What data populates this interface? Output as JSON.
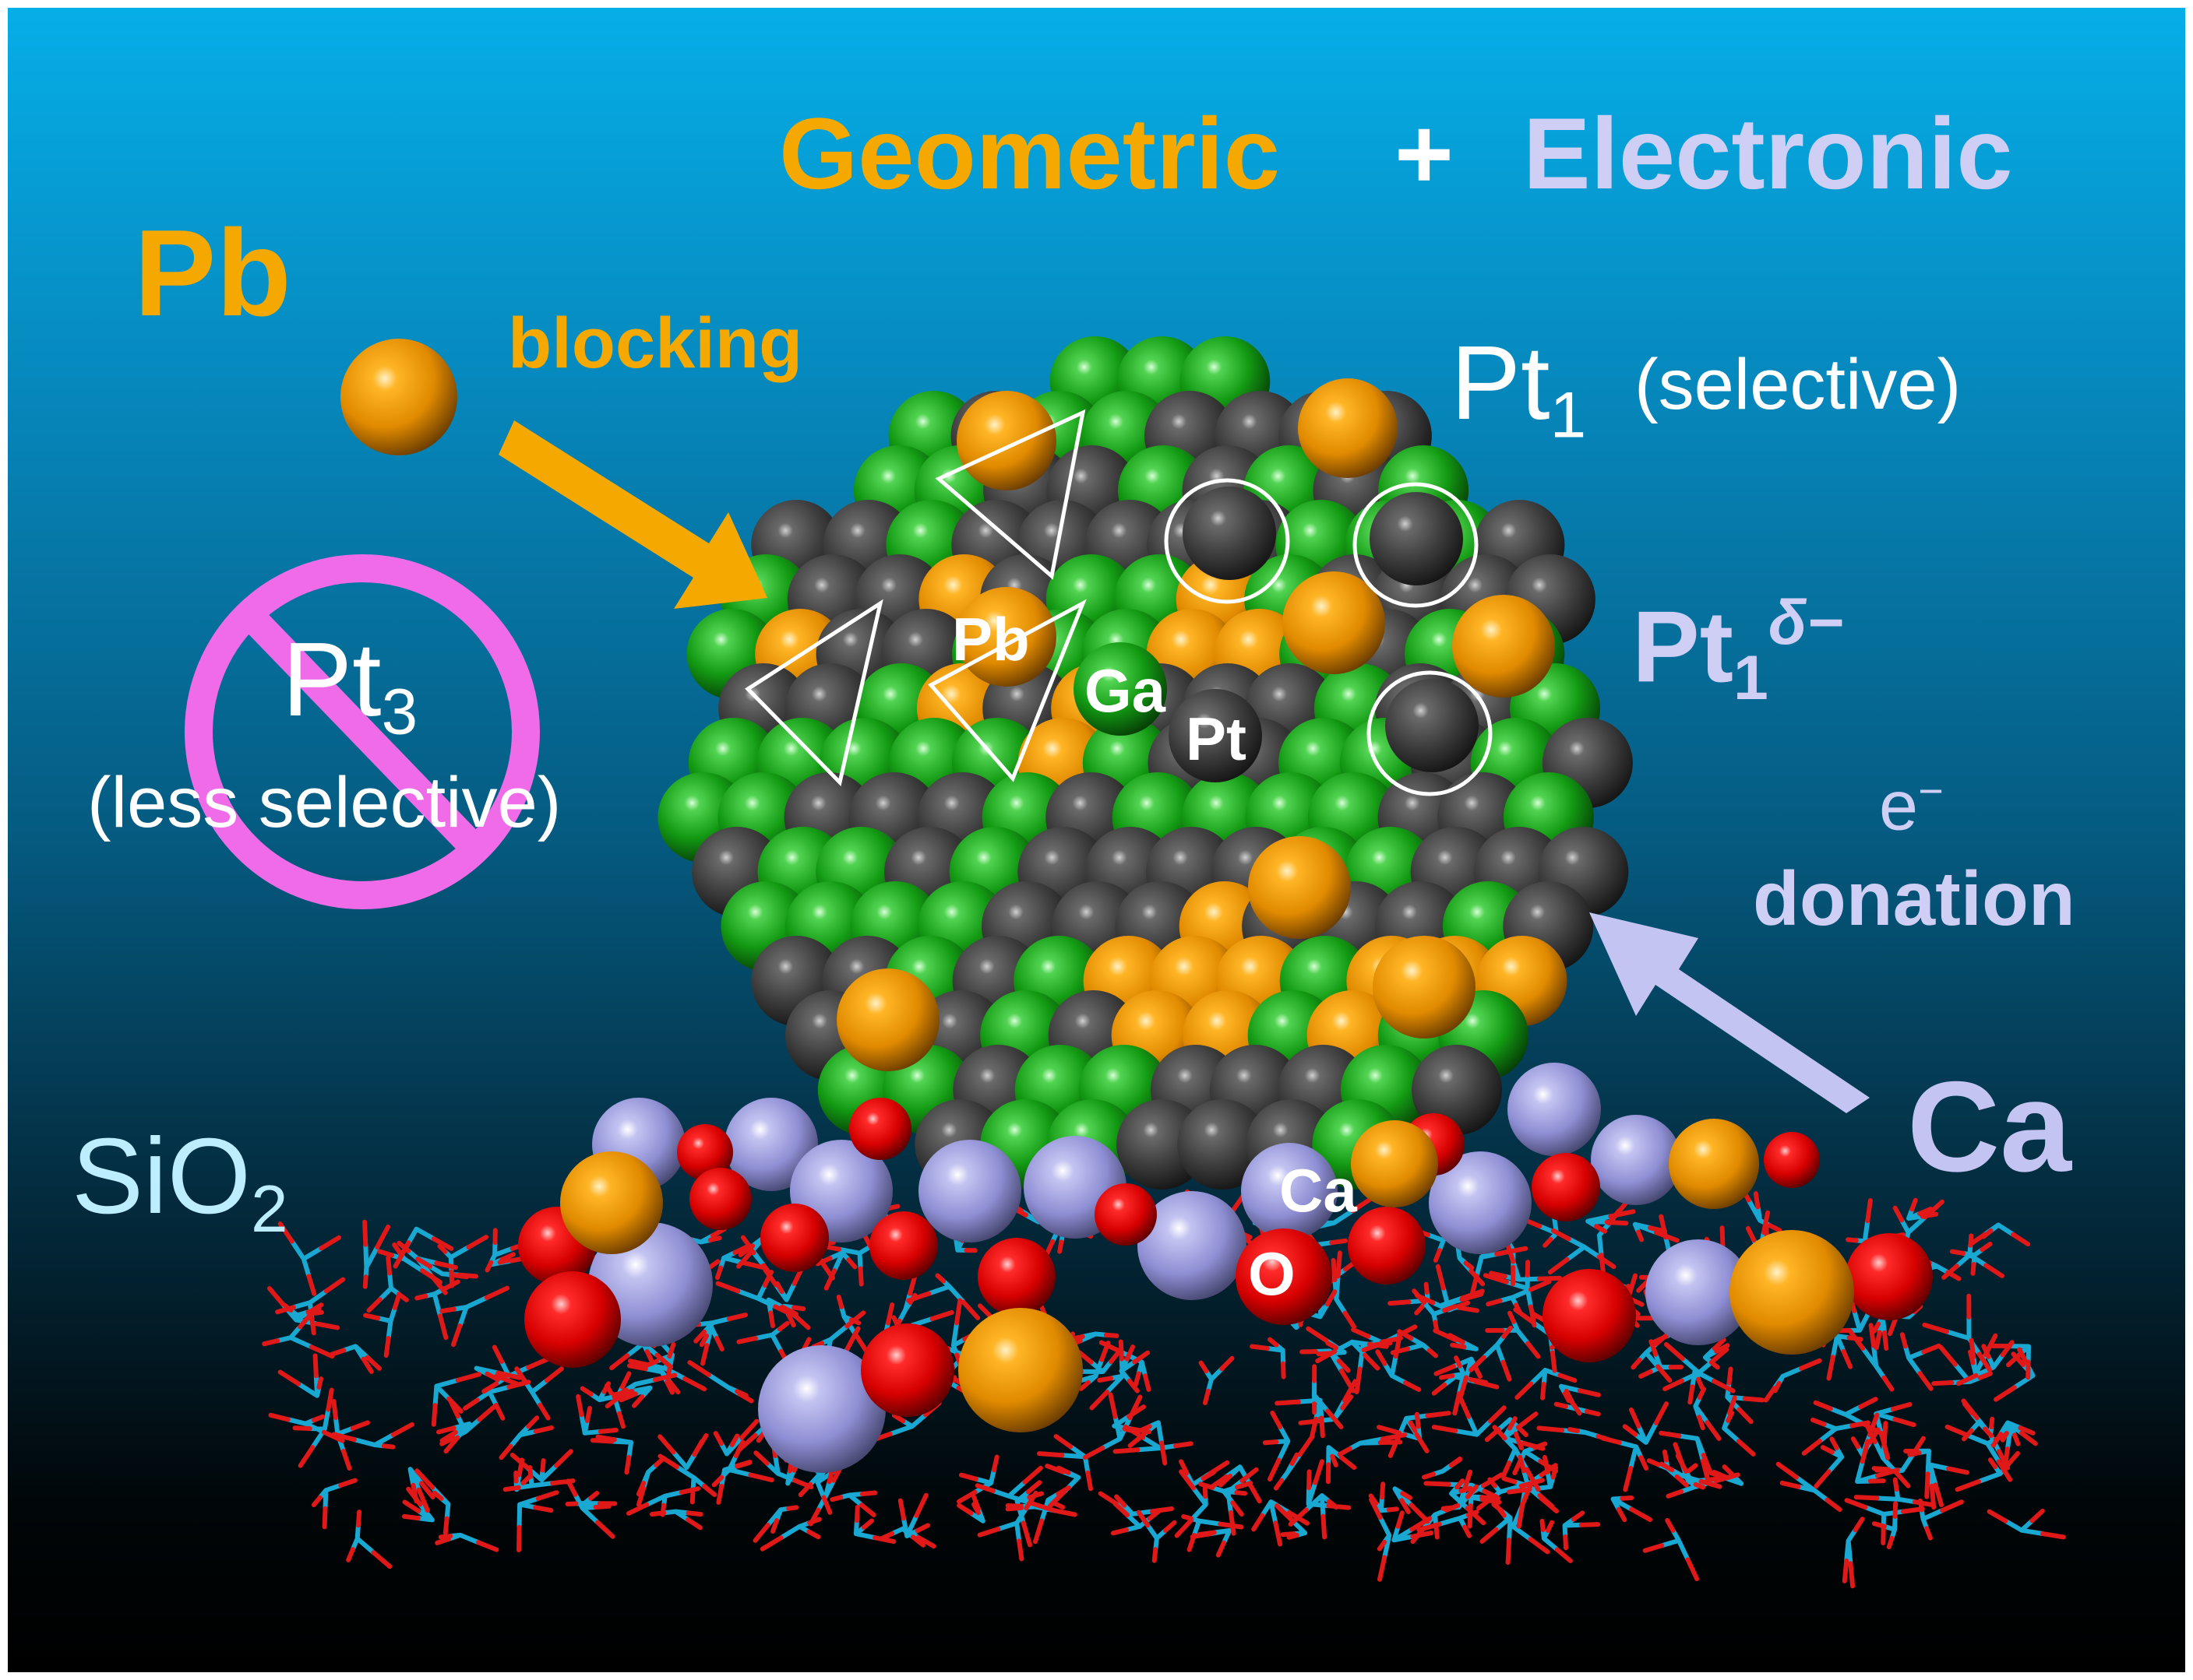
{
  "colors": {
    "geometric": "#f5a800",
    "electronic": "#cfcff5",
    "pb": "#f5a800",
    "ca": "#b7b7ea",
    "no_pt3_sign": "#f06be8",
    "sio2": "#bdeeff",
    "ga_atom": "#18a018",
    "pt_atom": "#444444",
    "o_atom": "#e00000",
    "si_bond": "#19a8d2"
  },
  "icons": [
    "pb-atom-icon",
    "blocking-arrow-icon",
    "donation-arrow-icon",
    "prohibited-sign-icon",
    "triangle-site-icon",
    "circle-site-icon"
  ],
  "title": {
    "geometric": "Geometric",
    "plus": "+",
    "electronic": "Electronic"
  },
  "pb": {
    "label": "Pb",
    "blocking": "blocking"
  },
  "pt1": {
    "main": "Pt",
    "sub": "1",
    "note": "(selective)"
  },
  "pt1_delta": {
    "main": "Pt",
    "sub": "1",
    "sup": "δ−"
  },
  "pt3": {
    "main": "Pt",
    "sub": "3",
    "note": "(less selective)"
  },
  "donation": {
    "e": "e",
    "e_sup": "−",
    "label": "donation"
  },
  "ca": {
    "label": "Ca"
  },
  "sio2": {
    "main": "SiO",
    "sub": "2"
  },
  "atom_labels": {
    "pb": "Pb",
    "ga": "Ga",
    "pt": "Pt",
    "ca": "Ca",
    "o": "O"
  }
}
